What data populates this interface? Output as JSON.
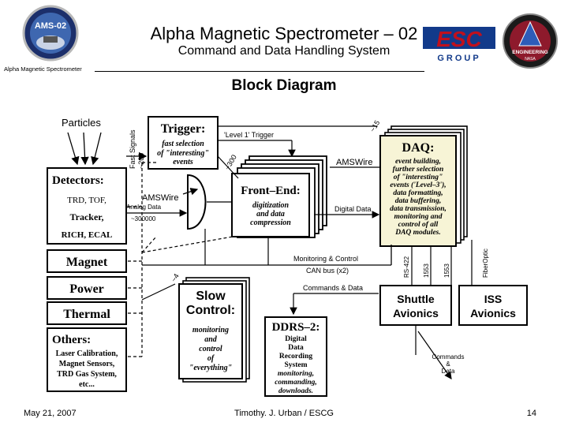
{
  "header": {
    "title": "Alpha Magnetic Spectrometer – 02",
    "subtitle": "Command and Data Handling System",
    "left_caption": "Alpha Magnetic Spectrometer",
    "mission_logo_text": "AMS-02",
    "escg_logo_text": "ESC",
    "escg_logo_subtext": "GROUP",
    "engineering_logo_text": "ENGINEERING",
    "engineering_logo_subtext": "NASA"
  },
  "slide_heading": "Block Diagram",
  "diagram": {
    "particles": "Particles",
    "detectors": {
      "title": "Detectors:",
      "line1": "TRD, TOF,",
      "line2": "Tracker,",
      "line3": "RICH, ECAL"
    },
    "fast_signals": "Fast Signals",
    "fast_signals_count": "~200",
    "trigger": {
      "title": "Trigger:",
      "line1": "fast selection",
      "line2": "of \"interesting\"",
      "line3": "events"
    },
    "level1_trigger": "'Level 1' Trigger",
    "ams_wire_top": "AMSWire",
    "ams_wire_mid": "AMSWire",
    "analog_data": "Analog Data",
    "analog_count": "~300000",
    "front_end": {
      "title": "Front–End:",
      "line1": "digitization",
      "line2": "and data",
      "line3": "compression"
    },
    "fe_count": "~300",
    "daq_count": "~15",
    "digital_data": "Digital Data",
    "daq": {
      "title": "DAQ:",
      "lines": [
        "event building,",
        "further selection",
        "of \"interesting\"",
        "events ('Level–3'),",
        "data formatting,",
        "data buffering,",
        "data transmission,",
        "monitoring and",
        "control of all",
        "DAQ modules."
      ]
    },
    "magnet": "Magnet",
    "power": "Power",
    "thermal": "Thermal",
    "others": {
      "title": "Others:",
      "line1": "Laser Calibration,",
      "line2": "Magnet Sensors,",
      "line3": "TRD Gas System,",
      "line4": "etc..."
    },
    "monitoring_control": "Monitoring & Control",
    "can_bus": "CAN bus (x2)",
    "commands_data": "Commands & Data",
    "sc_count": "~4",
    "slow_control": {
      "title_line1": "Slow",
      "title_line2": "Control:",
      "line1": "monitoring",
      "line2": "and",
      "line3": "control",
      "line4": "of",
      "line5": "\"everything\""
    },
    "ddrs": {
      "title": "DDRS–2:",
      "lines": [
        "Digital",
        "Data",
        "Recording",
        "System",
        "monitoring,",
        "commanding,",
        "downloads."
      ]
    },
    "rs422": "RS-422",
    "link1553a": "1553",
    "link1553b": "1553",
    "fiber_optic": "FiberOptic",
    "shuttle": {
      "line1": "Shuttle",
      "line2": "Avionics"
    },
    "iss": {
      "line1": "ISS",
      "line2": "Avionics"
    },
    "commands_amp_data": {
      "line1": "Commands",
      "line2": "&",
      "line3": "Data"
    }
  },
  "footer": {
    "date": "May 21, 2007",
    "author": "Timothy. J. Urban / ESCG",
    "page": "14"
  },
  "colors": {
    "mission_blue": "#1c2f6b",
    "escg_red": "#c0101c",
    "escg_blue": "#123a8a",
    "daq_fill": "#f7f4d6"
  }
}
